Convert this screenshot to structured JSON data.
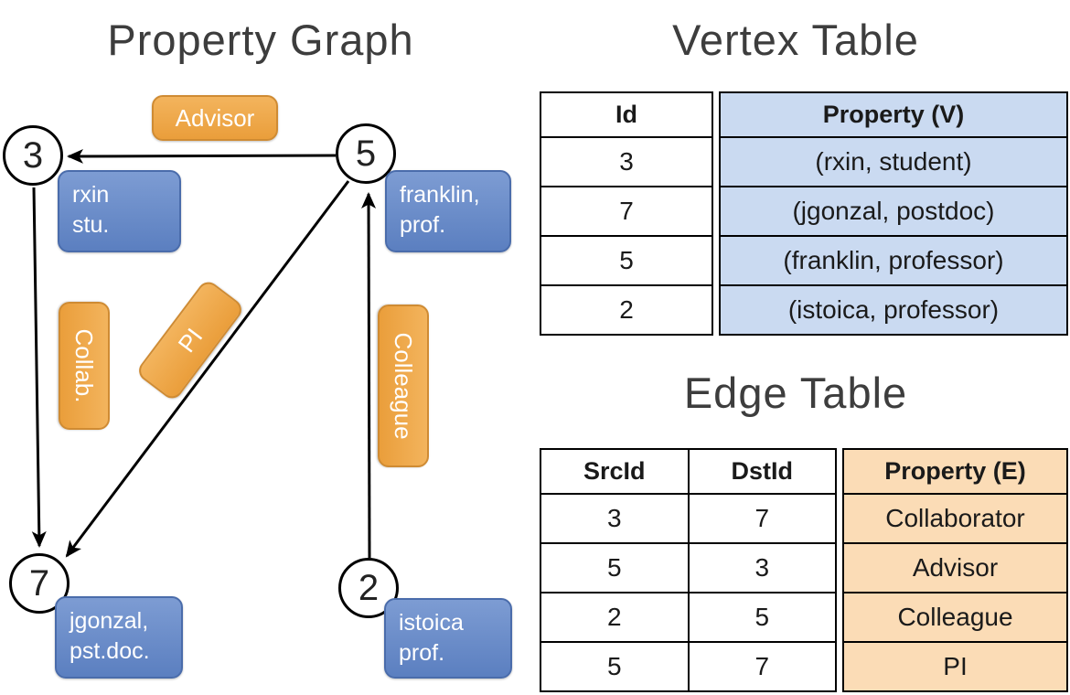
{
  "titles": {
    "graph": "Property Graph",
    "vertex_table": "Vertex Table",
    "edge_table": "Edge Table"
  },
  "graph": {
    "nodes": [
      {
        "id": "3",
        "property": [
          "rxin",
          "stu."
        ]
      },
      {
        "id": "5",
        "property": [
          "franklin,",
          "prof."
        ]
      },
      {
        "id": "7",
        "property": [
          "jgonzal,",
          "pst.doc."
        ]
      },
      {
        "id": "2",
        "property": [
          "istoica",
          "prof."
        ]
      }
    ],
    "edges": [
      {
        "label": "Advisor",
        "src": "5",
        "dst": "3"
      },
      {
        "label": "Collab.",
        "src": "3",
        "dst": "7"
      },
      {
        "label": "PI",
        "src": "5",
        "dst": "7"
      },
      {
        "label": "Colleague",
        "src": "2",
        "dst": "5"
      }
    ]
  },
  "vertex_table": {
    "headers": [
      "Id",
      "Property (V)"
    ],
    "rows": [
      [
        "3",
        "(rxin, student)"
      ],
      [
        "7",
        "(jgonzal, postdoc)"
      ],
      [
        "5",
        "(franklin, professor)"
      ],
      [
        "2",
        "(istoica, professor)"
      ]
    ]
  },
  "edge_table": {
    "headers": [
      "SrcId",
      "DstId",
      "Property (E)"
    ],
    "rows": [
      [
        "3",
        "7",
        "Collaborator"
      ],
      [
        "5",
        "3",
        "Advisor"
      ],
      [
        "2",
        "5",
        "Colleague"
      ],
      [
        "5",
        "7",
        "PI"
      ]
    ]
  },
  "colors": {
    "edge_label_fill": "#F1A94E",
    "vertex_label_fill": "#6B8DC8",
    "vertex_property_fill": "#CADAF1",
    "edge_property_fill": "#FBDCB6",
    "line": "#000000"
  }
}
